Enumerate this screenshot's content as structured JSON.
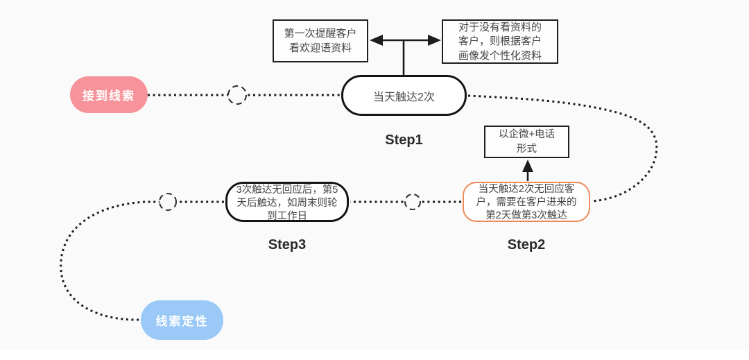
{
  "page": {
    "background": "#fafafa",
    "line_color": "#1c1c1c"
  },
  "diagram": {
    "start": {
      "label": "接到线索",
      "color": "#f7949b"
    },
    "step1": {
      "node": "当天触达2次",
      "label": "Step1"
    },
    "note_first_reminder": "第一次提醒客户\n看欢迎语资料",
    "note_no_read": "对于没有看资料的\n客户，则根据客户\n画像发个性化资料",
    "note_channel": "以企微+电话\n形式",
    "step2": {
      "node": "当天触达2次无回应客\n户，需要在客户进来的\n第2天做第3次触达",
      "label": "Step2",
      "border_color": "#ec8a5a"
    },
    "step3": {
      "node": "3次触达无回应后，第5\n天后触达，如周末则轮\n到工作日",
      "label": "Step3"
    },
    "end": {
      "label": "线索定性",
      "color": "#9ac9f8"
    }
  }
}
